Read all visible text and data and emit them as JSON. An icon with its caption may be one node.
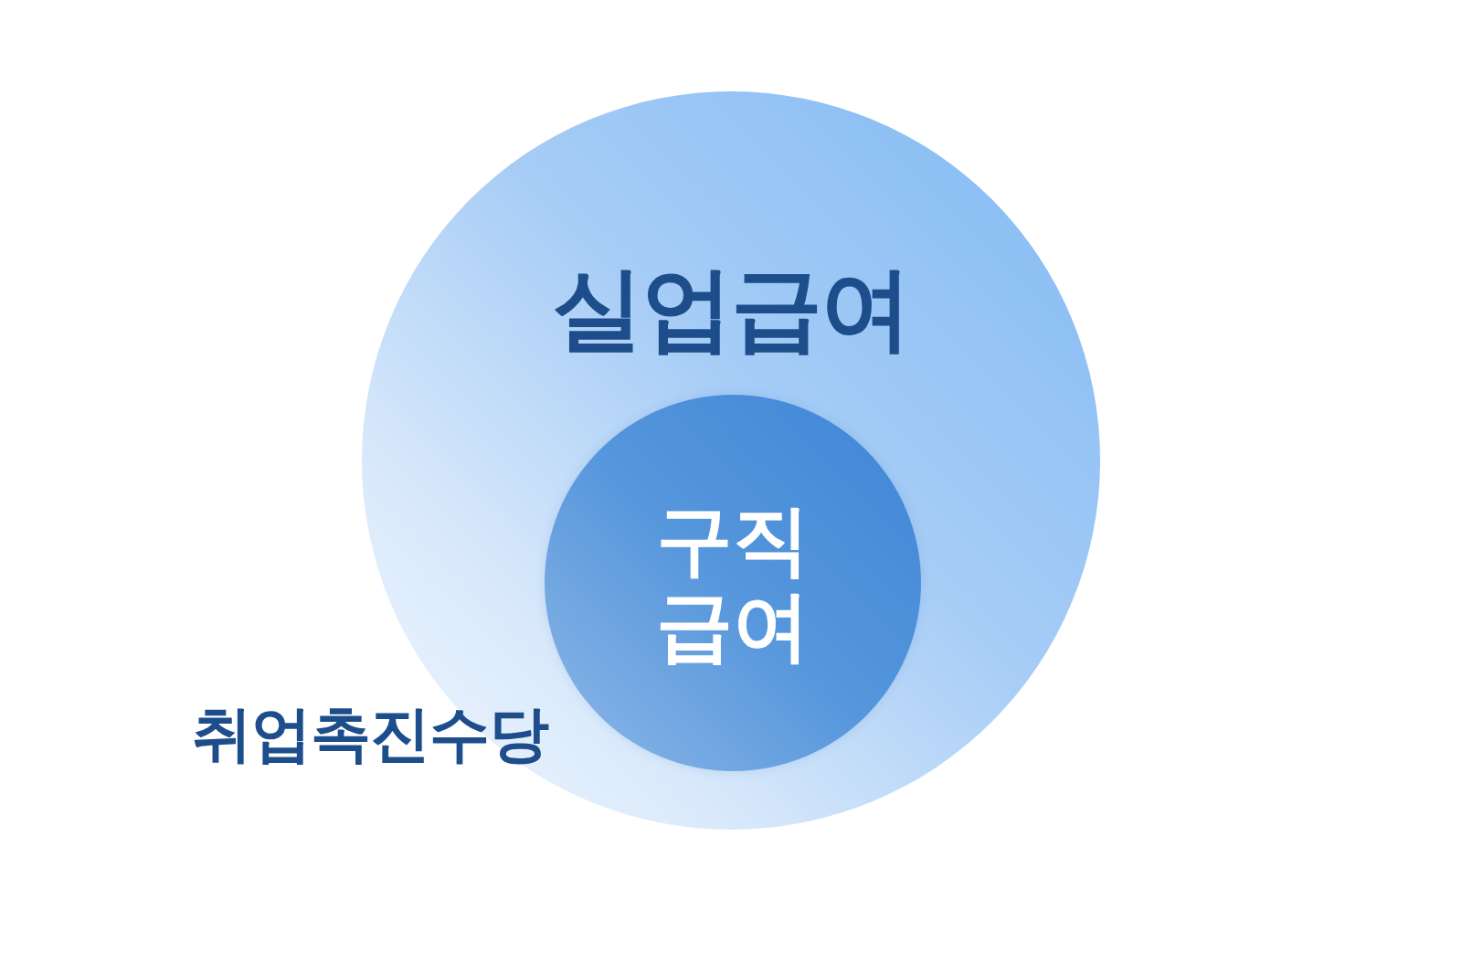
{
  "diagram": {
    "nodes": [
      {
        "text": [
          "실업급여"
        ]
      },
      {
        "text": [
          "구직 급여"
        ],
        "in": 0
      }
    ],
    "labels": [
      "취업촉진수당"
    ]
  }
}
